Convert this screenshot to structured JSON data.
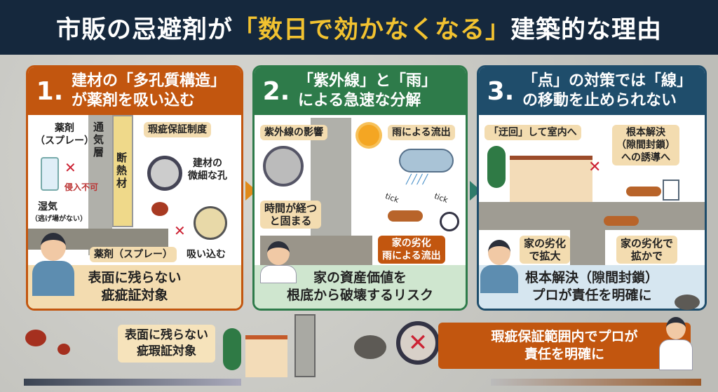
{
  "title": {
    "pre": "市販の忌避剤が",
    "highlight": "「数日で効かなくなる」",
    "post": "建築的な理由"
  },
  "colors": {
    "header": "#15283d",
    "highlight": "#f2c230",
    "panel1": "#c2560f",
    "panel2": "#2e7b4a",
    "panel3": "#1f4d6b"
  },
  "panels": [
    {
      "number": "1.",
      "title_line1": "建材の「多孔質構造」",
      "title_line2": "が薬剤を吸い込む",
      "labels": {
        "spray": "薬剤\n（スプレー）",
        "vent": "通\n気\n層",
        "insul": "断\n熱\n材",
        "warranty": "瑕疵保証制度",
        "pores": "建材の\n微細な孔",
        "blocked": "侵入不可",
        "moisture": "湿気",
        "moisture_sub": "（逃げ場がない）",
        "spray2": "薬剤（スプレー）",
        "absorb": "吸い込む"
      },
      "caption_line1": "表面に残らない",
      "caption_line2": "疵疵証対象"
    },
    {
      "number": "2.",
      "title_line1": "「紫外線」と「雨」",
      "title_line2": "による急速な分解",
      "labels": {
        "uv": "紫外線の影響",
        "rain": "雨による流出",
        "time": "時間が経つ\nと固まる",
        "tick1": "tick",
        "tick2": "tick",
        "decay": "家の劣化\n雨による流出"
      },
      "caption_line1": "家の資産価値を",
      "caption_line2": "根底から破壊するリスク"
    },
    {
      "number": "3.",
      "title_line1": "「点」の対策では「線」",
      "title_line2": "の移動を止められない",
      "labels": {
        "detour": "「迂回」して室内へ",
        "solution": "根本解決\n（隙間封鎖）\nへの誘導へ",
        "expand": "家の劣化\nで拡大",
        "spread": "家の劣化で\n拡かで"
      },
      "caption_line1": "根本解決（隙間封鎖）",
      "caption_line2": "プロが責任を明確に"
    }
  ],
  "bottom": {
    "left_line1": "表面に残らない",
    "left_line2": "疵瑕証対象",
    "right_line1": "瑕疵保証範囲内でプロが",
    "right_line2": "責任を明確に"
  }
}
